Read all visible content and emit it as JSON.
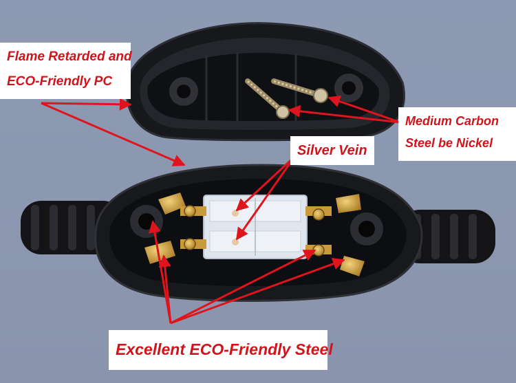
{
  "labels": {
    "flame": [
      "Flame Retarded and",
      "ECO-Friendly PC"
    ],
    "carbon": [
      "Medium Carbon",
      "Steel be Nickel"
    ],
    "silver": "Silver Vein",
    "steel": "Excellent ECO-Friendly Steel"
  },
  "colors": {
    "background": "#8f9bb4",
    "label_text": "#d0141c",
    "arrow": "#e0141c",
    "plastic": "#1c1d22",
    "brass": "#c99a3a",
    "fuse_clear": "#dfe6ee"
  }
}
